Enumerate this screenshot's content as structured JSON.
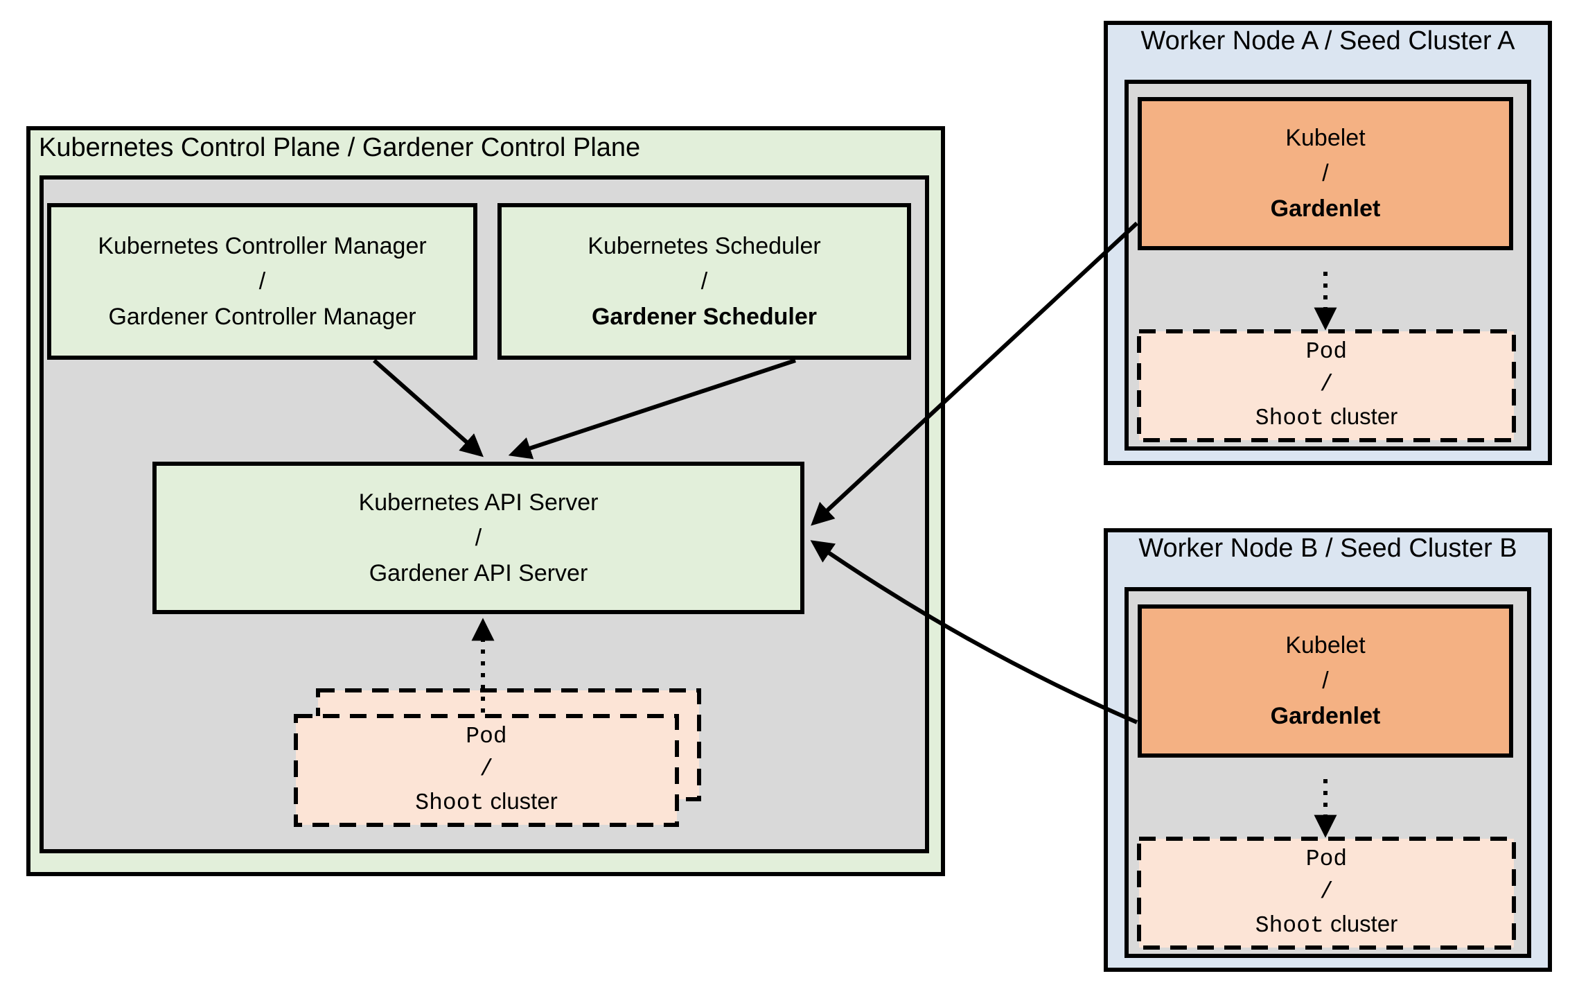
{
  "colors": {
    "green": "#e2efda",
    "gray": "#d9d9d9",
    "blue": "#dbe5f1",
    "orange": "#f4b183",
    "peach": "#fce4d6",
    "border": "#000000",
    "background": "#ffffff"
  },
  "control_plane": {
    "title": "Kubernetes Control Plane / Gardener Control Plane",
    "controller_manager": {
      "line1": "Kubernetes Controller Manager",
      "separator": "/",
      "line2": "Gardener Controller Manager"
    },
    "scheduler": {
      "line1": "Kubernetes Scheduler",
      "separator": "/",
      "line2": "Gardener Scheduler"
    },
    "api_server": {
      "line1": "Kubernetes API Server",
      "separator": "/",
      "line2": "Gardener API Server"
    },
    "pod": {
      "line1": "Pod",
      "separator": "/",
      "line2_code": "Shoot",
      "line2_text": "cluster"
    }
  },
  "worker_node_a": {
    "title": "Worker Node A / Seed Cluster A",
    "kubelet": {
      "line1": "Kubelet",
      "separator": "/",
      "line2": "Gardenlet"
    },
    "pod": {
      "line1": "Pod",
      "separator": "/",
      "line2_code": "Shoot",
      "line2_text": "cluster"
    }
  },
  "worker_node_b": {
    "title": "Worker Node B / Seed Cluster B",
    "kubelet": {
      "line1": "Kubelet",
      "separator": "/",
      "line2": "Gardenlet"
    },
    "pod": {
      "line1": "Pod",
      "separator": "/",
      "line2_code": "Shoot",
      "line2_text": "cluster"
    }
  },
  "edges": [
    {
      "from": "controller-manager",
      "to": "api-server",
      "style": "solid-arrow"
    },
    {
      "from": "scheduler",
      "to": "api-server",
      "style": "solid-arrow"
    },
    {
      "from": "pod-shoot-cluster-control-plane",
      "to": "api-server",
      "style": "dotted-arrow"
    },
    {
      "from": "kubelet-gardenlet-a",
      "to": "api-server",
      "style": "solid-arrow"
    },
    {
      "from": "kubelet-gardenlet-b",
      "to": "api-server",
      "style": "solid-arrow"
    },
    {
      "from": "kubelet-gardenlet-a",
      "to": "pod-shoot-cluster-a",
      "style": "dotted-arrow"
    },
    {
      "from": "kubelet-gardenlet-b",
      "to": "pod-shoot-cluster-b",
      "style": "dotted-arrow"
    }
  ]
}
